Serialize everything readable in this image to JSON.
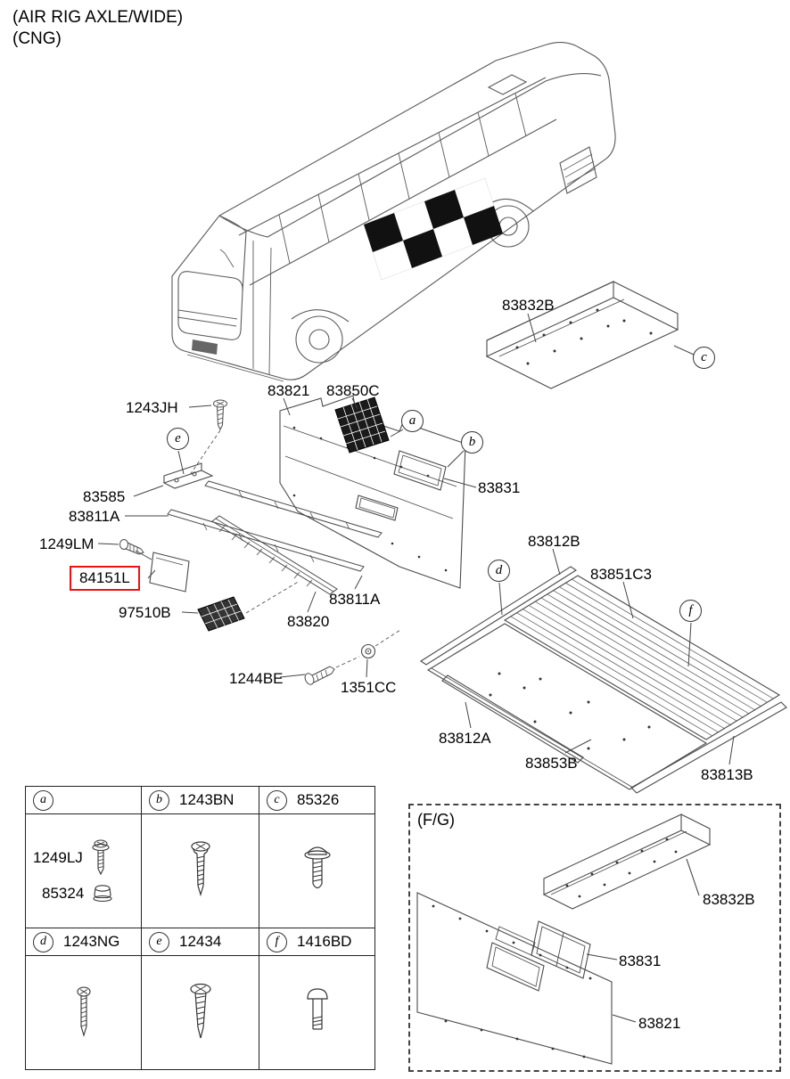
{
  "header": {
    "line1": "(AIR RIG AXLE/WIDE)",
    "line2": "(CNG)"
  },
  "parts": [
    {
      "text": "83832B"
    },
    {
      "text": "1243JH"
    },
    {
      "text": "83821"
    },
    {
      "text": "83850C"
    },
    {
      "text": "83831"
    },
    {
      "text": "83585"
    },
    {
      "text": "83811A"
    },
    {
      "text": "1249LM"
    },
    {
      "text": "84151L",
      "highlighted": true
    },
    {
      "text": "97510B"
    },
    {
      "text": "83820"
    },
    {
      "text": "83811A"
    },
    {
      "text": "83812B"
    },
    {
      "text": "83851C3"
    },
    {
      "text": "83812A"
    },
    {
      "text": "83853B"
    },
    {
      "text": "83813B"
    },
    {
      "text": "1244BE"
    },
    {
      "text": "1351CC"
    }
  ],
  "callouts": {
    "a": "a",
    "b": "b",
    "c": "c",
    "d": "d",
    "e": "e",
    "f": "f"
  },
  "fastener_table": {
    "cells": [
      {
        "letter": "a",
        "code": ""
      },
      {
        "letter": "b",
        "code": "1243BN"
      },
      {
        "letter": "c",
        "code": "85326"
      },
      {
        "letter": "d",
        "code": "1243NG"
      },
      {
        "letter": "e",
        "code": "12434"
      },
      {
        "letter": "f",
        "code": "1416BD"
      }
    ],
    "cell_a_items": [
      {
        "text": "1249LJ"
      },
      {
        "text": "85324"
      }
    ]
  },
  "inset": {
    "title": "(F/G)",
    "labels": [
      {
        "text": "83832B"
      },
      {
        "text": "83831"
      },
      {
        "text": "83821"
      }
    ]
  },
  "colors": {
    "highlight": "#ee1111",
    "line": "#4a4a4a"
  }
}
